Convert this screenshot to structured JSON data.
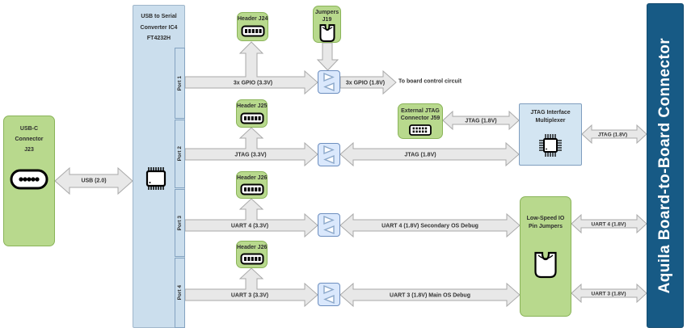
{
  "usb_c": {
    "lines": [
      "USB-C",
      "Connector",
      "J23"
    ]
  },
  "ft": {
    "lines": [
      "USB to Serial",
      "Converter IC4",
      "FT4232H"
    ],
    "ports": [
      "Port 1",
      "Port 2",
      "Port 3",
      "Port 4"
    ]
  },
  "header_j24": {
    "label": "Header J24"
  },
  "jumpers_j19": {
    "lines": [
      "Jumpers",
      "J19"
    ]
  },
  "header_j25": {
    "label": "Header J25"
  },
  "header_j26a": {
    "label": "Header J26"
  },
  "header_j26b": {
    "label": "Header J26"
  },
  "ext_jtag": {
    "lines": [
      "External JTAG",
      "Connector J59"
    ]
  },
  "mux": {
    "lines": [
      "JTAG Interface",
      "Multiplexer"
    ]
  },
  "low_speed": {
    "lines": [
      "Low-Speed IO",
      "Pin Jumpers"
    ]
  },
  "aquila": {
    "label": "Aquila Board-to-Board Connector"
  },
  "arrows": {
    "usb": "USB (2.0)",
    "gpio_33": "3x GPIO (3.3V)",
    "gpio_18": "3x GPIO (1.8V)",
    "to_board": "To board control circuit",
    "jtag_33": "JTAG (3.3V)",
    "jtag_18_long": "JTAG (1.8V)",
    "jtag_18_ext": "JTAG (1.8V)",
    "jtag_18_out": "JTAG (1.8V)",
    "uart4_33": "UART 4 (3.3V)",
    "uart4_18_debug": "UART 4 (1.8V) Secondary OS Debug",
    "uart4_18_out": "UART 4 (1.8V)",
    "uart3_33": "UART 3 (3.3V)",
    "uart3_18_debug": "UART 3 (1.8V) Main OS Debug",
    "uart3_18_out": "UART 3 (1.8V)"
  },
  "icons": {
    "usb_c": "usb-c-port-icon",
    "header": "pin-header-icon",
    "jumper": "jumper-cap-icon",
    "chip": "ic-chip-icon",
    "level_shifter": "level-shifter-icon"
  },
  "colors": {
    "green_fill": "#b8d98d",
    "green_stroke": "#8ab459",
    "blue_fill": "#dae8fc",
    "blue_stroke": "#6c8ebf",
    "panel_fill": "#cbdeed",
    "arrow_fill": "#e8e8e8",
    "arrow_stroke": "#a9a9a9",
    "aquila_fill": "#175a85"
  }
}
